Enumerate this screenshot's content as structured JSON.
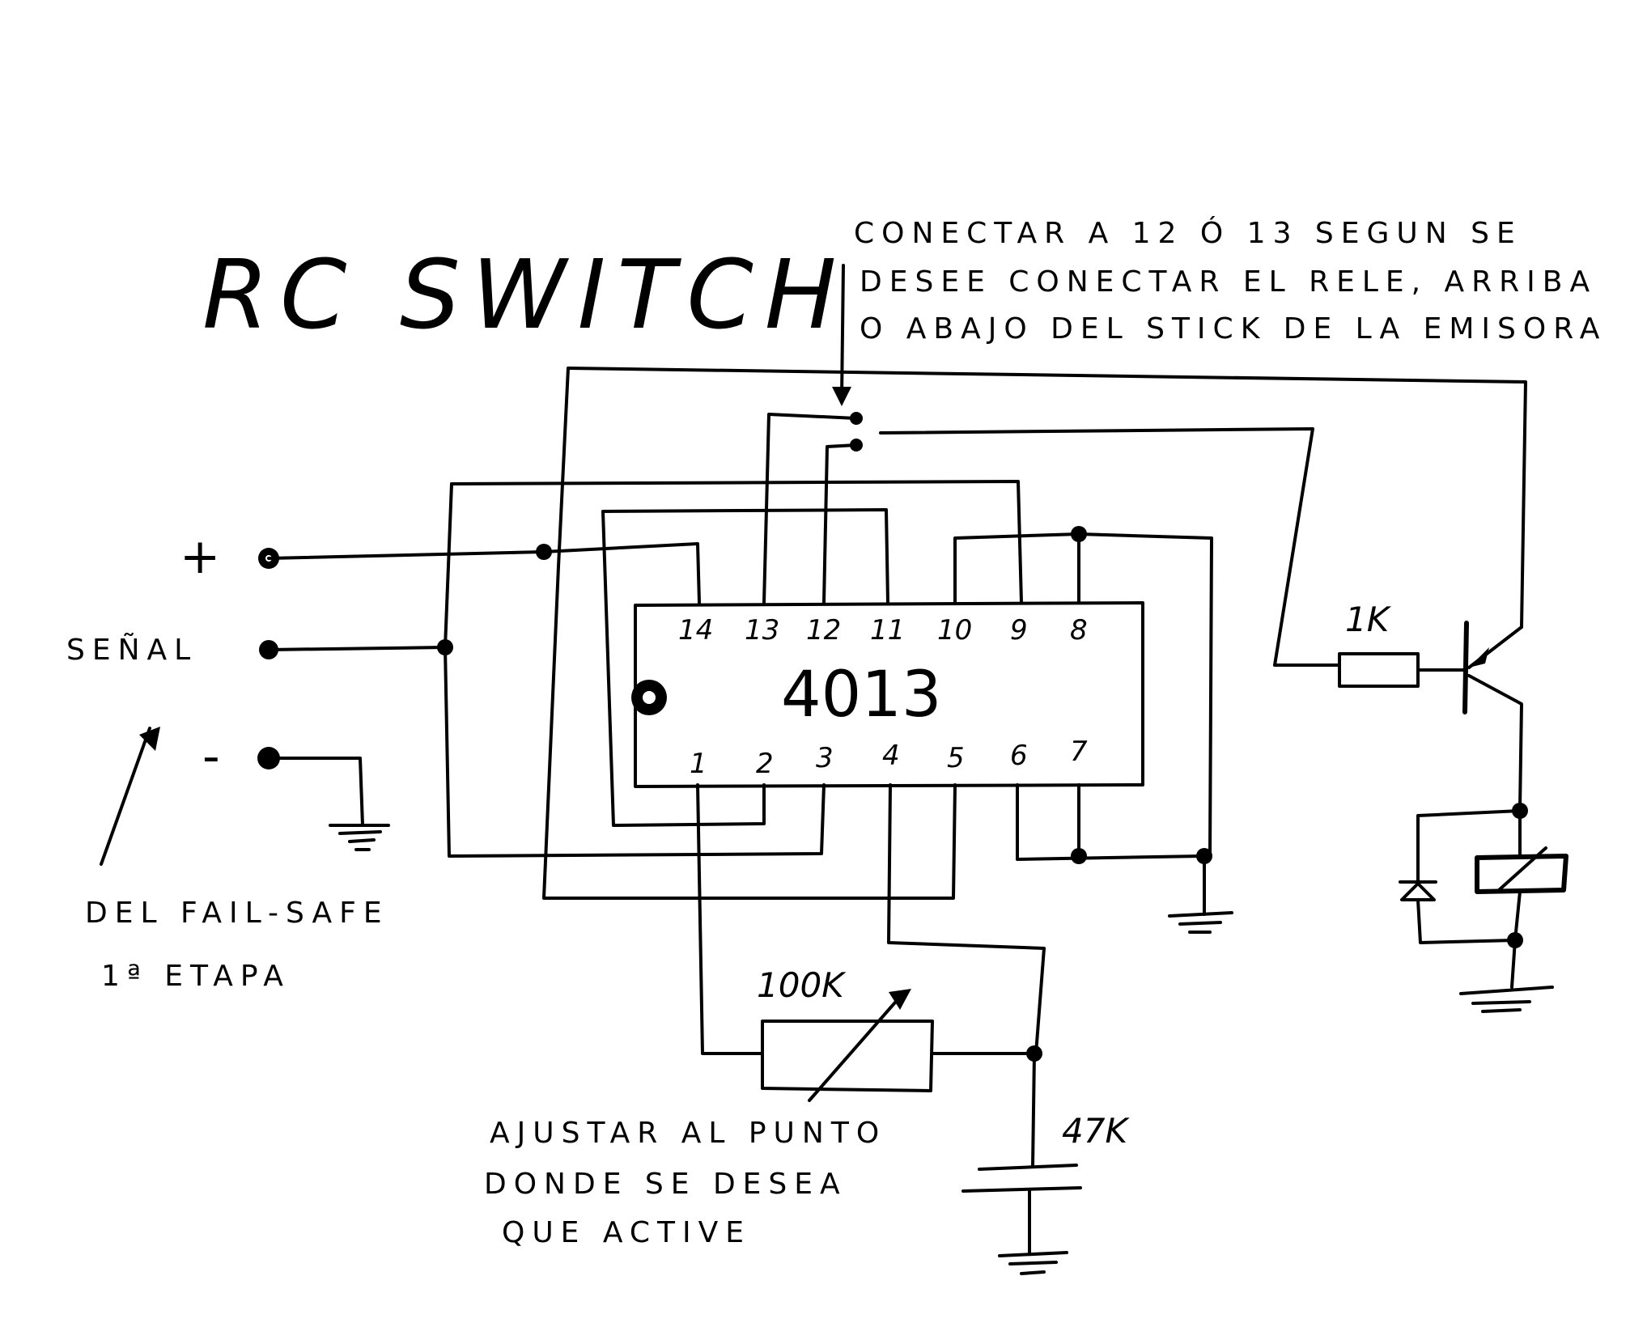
{
  "title": "RC SWITCH",
  "note_top": {
    "lines": [
      "CONECTAR A 12 Ó 13 SEGUN SE",
      "DESEE CONECTAR EL RELE, ARRIBA",
      "O ABAJO DEL STICK DE LA EMISORA"
    ]
  },
  "terminals": {
    "plus": "+",
    "signal": "SEÑAL",
    "minus": "-"
  },
  "note_left": {
    "lines": [
      "DEL   FAIL-SAFE",
      "1ª ETAPA"
    ]
  },
  "ic": {
    "name": "4013",
    "top_pins": [
      "14",
      "13",
      "12",
      "11",
      "10",
      "9",
      "8"
    ],
    "bottom_pins": [
      "1",
      "2",
      "3",
      "4",
      "5",
      "6",
      "7"
    ]
  },
  "components": {
    "pot": "100K",
    "cap": "47K",
    "base_resistor": "1K"
  },
  "note_bottom": {
    "lines": [
      "AJUSTAR AL PUNTO",
      "DONDE SE DESEA",
      "QUE ACTIVE"
    ]
  }
}
